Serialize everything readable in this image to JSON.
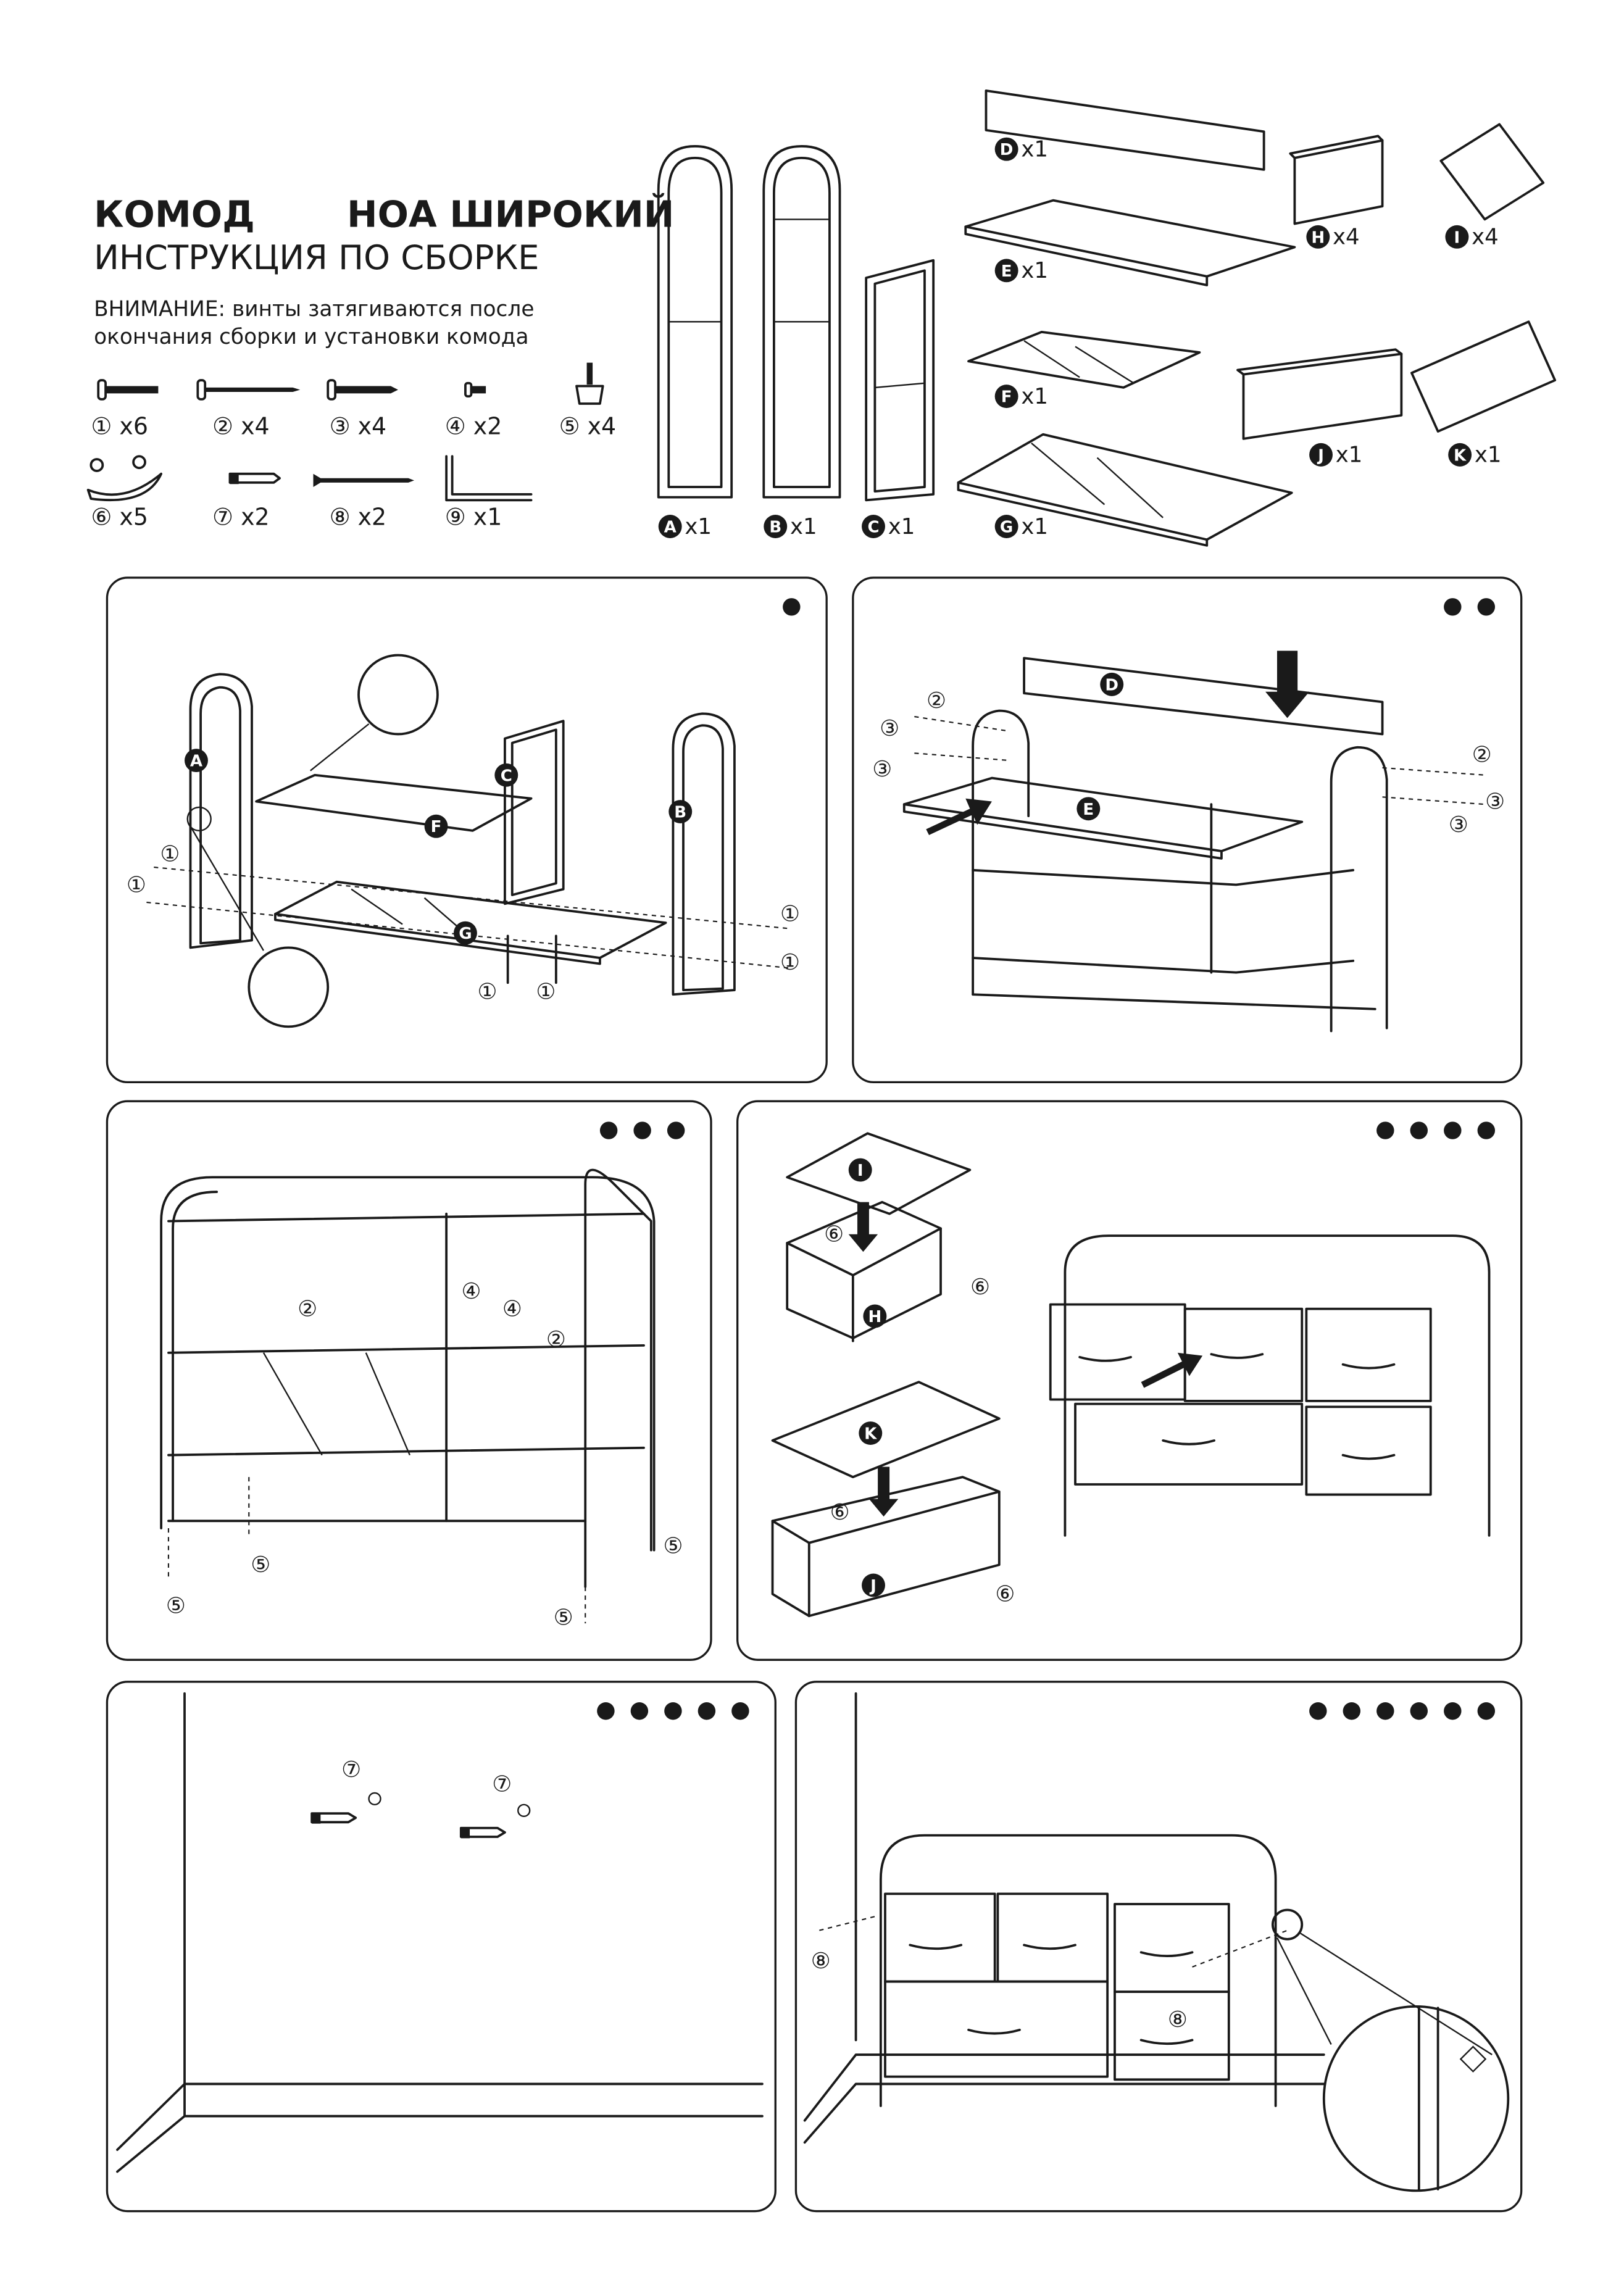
{
  "header": {
    "title_left": "КОМОД",
    "title_right": "НОА ШИРОКИЙ",
    "subtitle": "ИНСТРУКЦИЯ ПО СБОРКЕ",
    "note_line1": "ВНИМАНИЕ: винты затягиваются после",
    "note_line2": "окончания сборки и установки комода"
  },
  "hardware": [
    {
      "num": "①",
      "qty": "x6"
    },
    {
      "num": "②",
      "qty": "x4"
    },
    {
      "num": "③",
      "qty": "x4"
    },
    {
      "num": "④",
      "qty": "x2"
    },
    {
      "num": "⑤",
      "qty": "x4"
    },
    {
      "num": "⑥",
      "qty": "x5"
    },
    {
      "num": "⑦",
      "qty": "x2"
    },
    {
      "num": "⑧",
      "qty": "x2"
    },
    {
      "num": "⑨",
      "qty": "x1"
    }
  ],
  "parts": [
    {
      "letter": "A",
      "qty": "x1"
    },
    {
      "letter": "B",
      "qty": "x1"
    },
    {
      "letter": "C",
      "qty": "x1"
    },
    {
      "letter": "D",
      "qty": "x1"
    },
    {
      "letter": "E",
      "qty": "x1"
    },
    {
      "letter": "F",
      "qty": "x1"
    },
    {
      "letter": "G",
      "qty": "x1"
    },
    {
      "letter": "H",
      "qty": "x4"
    },
    {
      "letter": "I",
      "qty": "x4"
    },
    {
      "letter": "J",
      "qty": "x1"
    },
    {
      "letter": "K",
      "qty": "x1"
    }
  ],
  "steps": [
    {
      "step": 1,
      "letters": [
        "A",
        "C",
        "F",
        "B",
        "G"
      ],
      "nums": [
        "①",
        "①",
        "①",
        "①",
        "①",
        "①"
      ]
    },
    {
      "step": 2,
      "letters": [
        "D",
        "E"
      ],
      "nums": [
        "②",
        "③",
        "③",
        "②",
        "③",
        "③"
      ]
    },
    {
      "step": 3,
      "letters": [],
      "nums": [
        "②",
        "④",
        "④",
        "②",
        "⑤",
        "⑤",
        "⑤",
        "⑤"
      ]
    },
    {
      "step": 4,
      "letters": [
        "I",
        "H",
        "K",
        "J"
      ],
      "nums": [
        "⑥",
        "⑥",
        "⑥",
        "⑥"
      ]
    },
    {
      "step": 5,
      "letters": [],
      "nums": [
        "⑦",
        "⑦"
      ]
    },
    {
      "step": 6,
      "letters": [],
      "nums": [
        "⑧",
        "⑧"
      ]
    }
  ]
}
